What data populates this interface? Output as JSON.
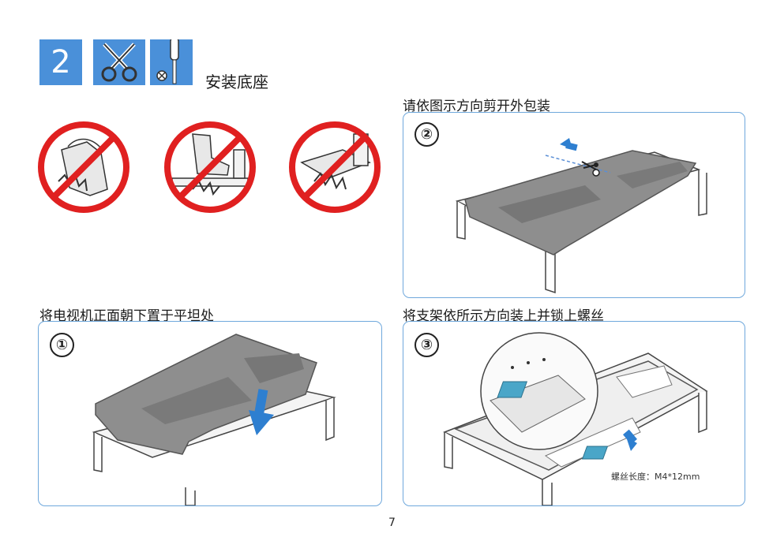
{
  "header": {
    "step_number": "2",
    "title": "安装底座",
    "tools": [
      "scissors-icon",
      "screwdriver-icon"
    ]
  },
  "warnings": [
    "no-hand-press-icon",
    "no-foot-step-icon",
    "no-drop-icon"
  ],
  "steps": [
    {
      "number": "①",
      "caption": "将电视机正面朝下置于平坦处"
    },
    {
      "number": "②",
      "caption": "请依图示方向剪开外包装"
    },
    {
      "number": "③",
      "caption": "将支架依所示方向装上并锁上螺丝"
    }
  ],
  "screw_spec": "螺丝长度：M4*12mm",
  "page_number": "7",
  "colors": {
    "accent": "#4a90d9",
    "panel_border": "#6fa8dc",
    "prohibit_red": "#e02020",
    "tv_gray": "#8e8e8e",
    "stand_teal": "#4aa6c8"
  }
}
